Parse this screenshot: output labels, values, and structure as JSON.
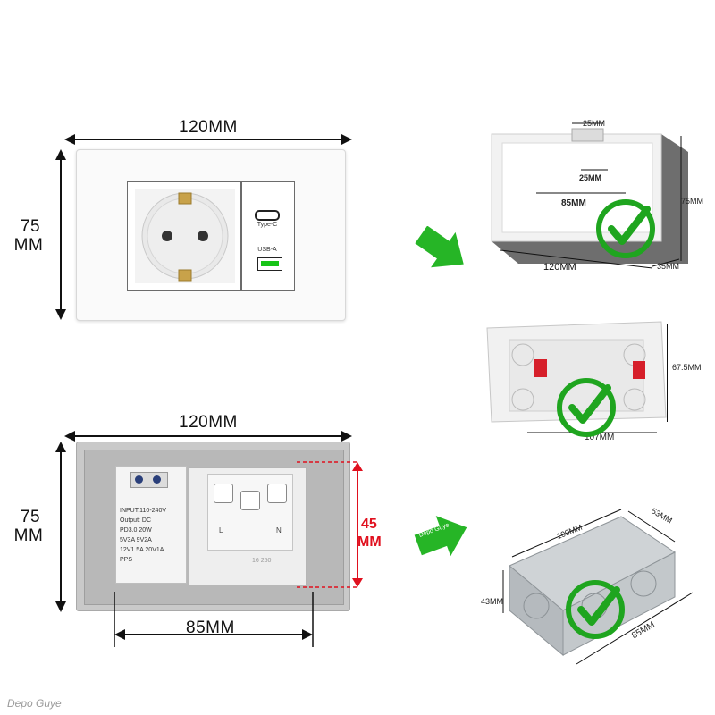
{
  "front": {
    "width_label": "120MM",
    "height_label_1": "75",
    "height_label_2": "MM",
    "typec_label": "Type-C",
    "usba_label": "USB-A"
  },
  "back": {
    "width_label": "120MM",
    "height_label_1": "75",
    "height_label_2": "MM",
    "inner_height_1": "45",
    "inner_height_2": "MM",
    "inner_width_label": "85MM",
    "module_text": [
      "INPUT:110-240V",
      "Output: DC",
      "PD3.0  20W",
      "5V3A  9V2A",
      "12V1.5A  20V1A",
      "PPS"
    ],
    "terminal_l": "L",
    "terminal_n": "N",
    "rating": "16 250"
  },
  "box1": {
    "top_width": "25MM",
    "inner_width": "25MM",
    "inner_length": "85MM",
    "length": "120MM",
    "height": "75MM",
    "depth": "35MM",
    "brand": "Depo Guye"
  },
  "box2": {
    "height": "67.5MM",
    "width": "107MM"
  },
  "box3": {
    "length": "100MM",
    "width": "53MM",
    "height": "43MM",
    "bottom": "85MM"
  },
  "arrow2_text": "Depo Guye",
  "watermark": "Depo Guye",
  "colors": {
    "check_green": "#1fa51f",
    "arrow_green": "#26b526",
    "red_dim": "#e0101e"
  }
}
